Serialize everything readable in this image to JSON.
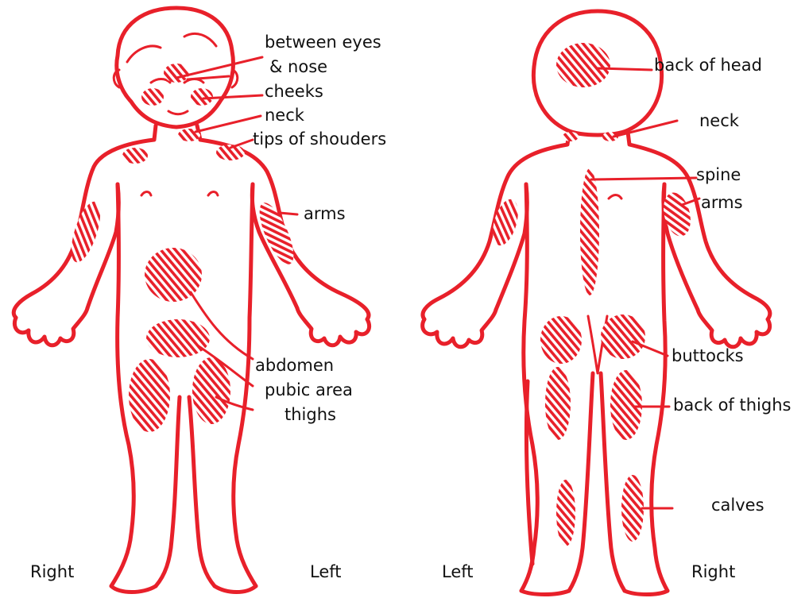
{
  "colors": {
    "ink": "#e8202a",
    "text": "#111111",
    "background": "#ffffff"
  },
  "front_figure": {
    "labels": {
      "between_eyes": "between eyes",
      "and_nose": "& nose",
      "cheeks": "cheeks",
      "neck": "neck",
      "tips_of_shoulders": "tips of shouders",
      "arms": "arms",
      "abdomen": "abdomen",
      "pubic_area": "pubic area",
      "thighs": "thighs"
    },
    "side_right": "Right",
    "side_left": "Left"
  },
  "back_figure": {
    "labels": {
      "back_of_head": "back of head",
      "neck": "neck",
      "spine": "spine",
      "arms": "arms",
      "buttocks": "buttocks",
      "back_of_thighs": "back of thighs",
      "calves": "calves"
    },
    "side_left": "Left",
    "side_right": "Right"
  }
}
